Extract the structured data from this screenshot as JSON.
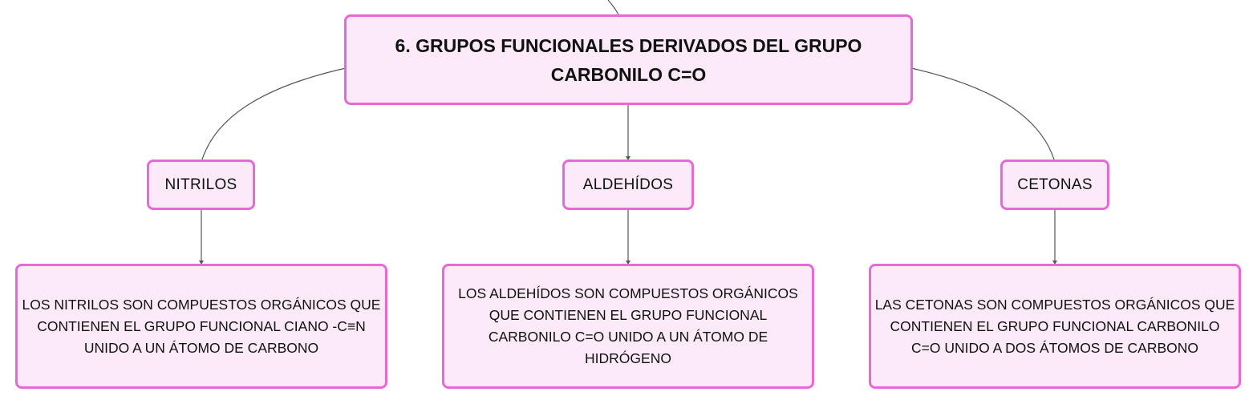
{
  "diagram": {
    "root": {
      "title": "6. GRUPOS FUNCIONALES DERIVADOS DEL GRUPO CARBONILO C=O"
    },
    "branches": [
      {
        "label": "NITRILOS",
        "description": "LOS NITRILOS SON COMPUESTOS ORGÁNICOS QUE CONTIENEN EL GRUPO FUNCIONAL CIANO -C≡N UNIDO A UN ÁTOMO DE CARBONO"
      },
      {
        "label": "ALDEHÍDOS",
        "description": "LOS ALDEHÍDOS SON COMPUESTOS ORGÁNICOS QUE CONTIENEN EL GRUPO FUNCIONAL CARBONILO C=O UNIDO A UN ÁTOMO DE HIDRÓGENO"
      },
      {
        "label": "CETONAS",
        "description": "LAS CETONAS SON COMPUESTOS ORGÁNICOS QUE CONTIENEN EL GRUPO FUNCIONAL CARBONILO C=O UNIDO A DOS ÁTOMOS DE CARBONO"
      }
    ],
    "colors": {
      "node_fill": "#fdeaf8",
      "node_border": "#e66ad6",
      "connector": "#555555",
      "text": "#111111"
    }
  }
}
